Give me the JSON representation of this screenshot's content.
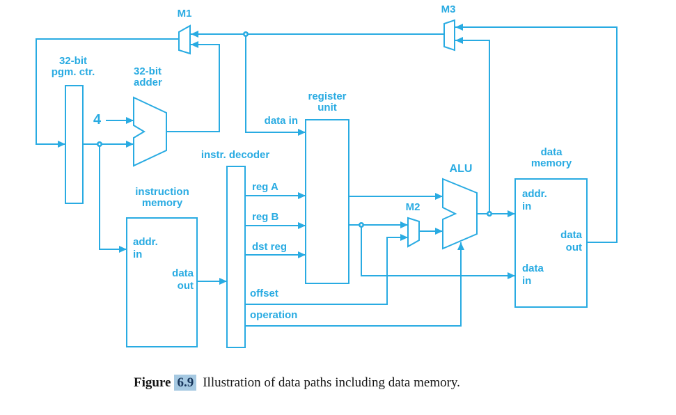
{
  "colors": {
    "accent": "#29abe2",
    "highlight": "#a6c9e2",
    "caption_number": "#17365c",
    "caption_text": "#151515"
  },
  "muxes": {
    "m1": "M1",
    "m2": "M2",
    "m3": "M3"
  },
  "blocks": {
    "pgm_ctr": {
      "line1": "32-bit",
      "line2": "pgm. ctr."
    },
    "adder": {
      "line1": "32-bit",
      "line2": "adder"
    },
    "instruction_memory": {
      "line1": "instruction",
      "line2": "memory",
      "addr_in_line1": "addr.",
      "addr_in_line2": "in",
      "data_out_line1": "data",
      "data_out_line2": "out"
    },
    "instr_decoder": {
      "label": "instr. decoder"
    },
    "register_unit": {
      "line1": "register",
      "line2": "unit"
    },
    "alu": {
      "label": "ALU"
    },
    "data_memory": {
      "line1": "data",
      "line2": "memory",
      "addr_in_line1": "addr.",
      "addr_in_line2": "in",
      "data_out_line1": "data",
      "data_out_line2": "out",
      "data_in_line1": "data",
      "data_in_line2": "in"
    }
  },
  "signals": {
    "adder_increment": "4",
    "data_in": "data in",
    "reg_a": "reg A",
    "reg_b": "reg B",
    "dst_reg": "dst reg",
    "offset": "offset",
    "operation": "operation"
  },
  "caption": {
    "figure_word": "Figure",
    "figure_number": "6.9",
    "text": "Illustration of data paths including data memory."
  }
}
